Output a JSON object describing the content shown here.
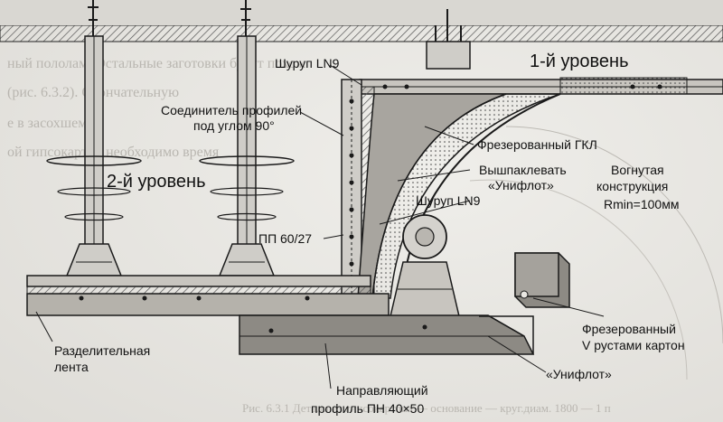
{
  "labels": {
    "screw_top": "Шуруп LN9",
    "level1": "1-й уровень",
    "connector_line1": "Соединитель профилей",
    "connector_line2": "под углом 90°",
    "level2": "2-й уровень",
    "milled_gkl": "Фрезерованный ГКЛ",
    "putty_line1": "Вышпаклевать",
    "putty_line2": "«Унифлот»",
    "concave_line1": "Вогнутая",
    "concave_line2": "конструкция",
    "concave_line3": "Rmin=100мм",
    "screw_mid": "Шуруп LN9",
    "profile_pp": "ПП 60/27",
    "separator_line1": "Разделительная",
    "separator_line2": "лента",
    "milled_v_line1": "Фрезерованный",
    "milled_v_line2": "V рустами картон",
    "uniflot": "«Унифлот»",
    "guide_line1": "Направляющий",
    "guide_line2": "профиль ПН 40×50"
  },
  "ghost_text": {
    "line1": "ный пололам. Остальные заготовки будут похож",
    "line2": "(рис. 6.3.2). Окончательную",
    "line3": "е в засохшем",
    "line4": "ой гипсокартон необходимо время",
    "caption": "Рис. 6.3.1 Детали из гипсокартона — основание — круг.диам. 1800 — 1 п"
  },
  "colors": {
    "line": "#1a1a1a",
    "hatch": "#3a3a3a",
    "board": "#b8b5ae",
    "arc_fill": "#8a8782",
    "background": "#e6e4df"
  }
}
